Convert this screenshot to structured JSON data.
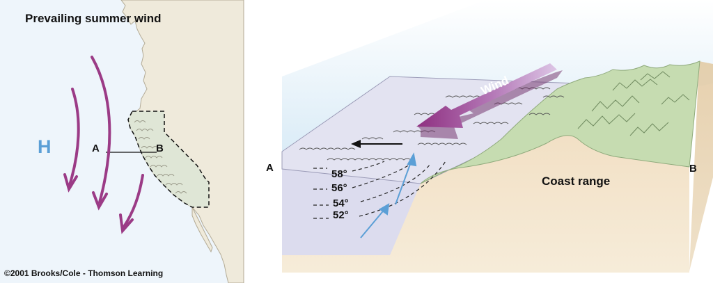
{
  "map": {
    "title": "Prevailing summer wind",
    "high_pressure_label": "H",
    "point_a": "A",
    "point_b": "B"
  },
  "section": {
    "wind_label": "Wind",
    "point_a": "A",
    "point_b": "B",
    "landform_label": "Coast range",
    "isotherms": [
      "58°",
      "56°",
      "54°",
      "52°"
    ]
  },
  "credit": "©2001 Brooks/Cole - Thomson Learning",
  "colors": {
    "ocean": "#eef5fb",
    "land": "#efeadb",
    "highlighted_region": "#dfe6d6",
    "wind_arrow": "#9b3b86",
    "upwelling_arrow": "#5b9fd6",
    "high_pressure": "#5b9fd6",
    "sea_surface": "#e3e3f1",
    "cross_section_water": "#dcdcee",
    "coastal_mountains": "#c6dcb1",
    "cross_section_land": "#efddc0"
  }
}
